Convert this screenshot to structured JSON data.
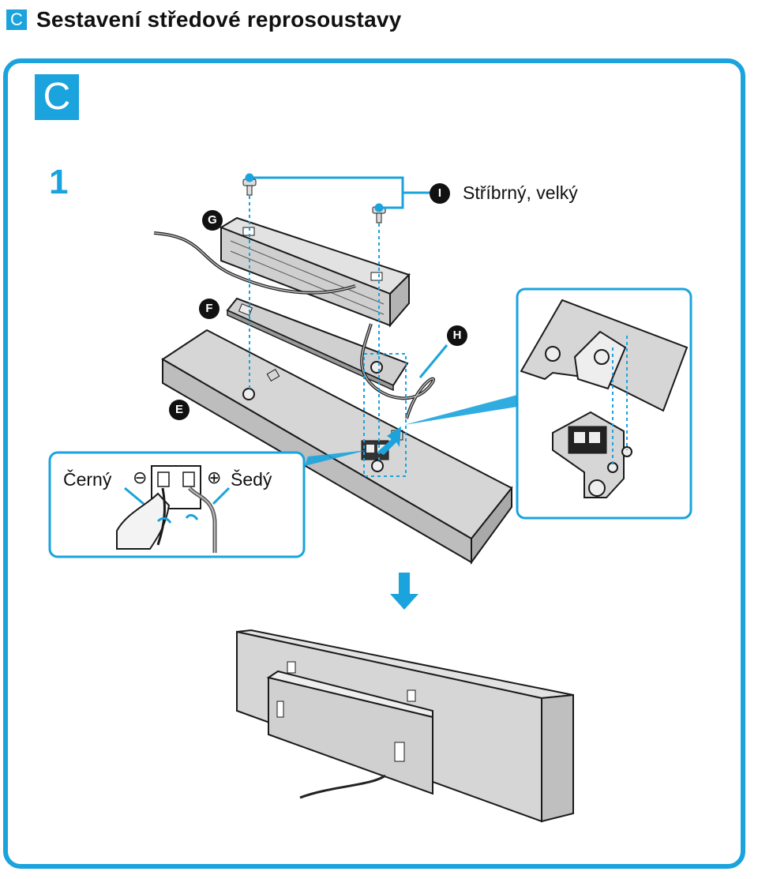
{
  "header": {
    "badge": "C",
    "title": "Sestavení středové reprosoustavy"
  },
  "section_badge": "C",
  "step": "1",
  "markers": {
    "G": "G",
    "F": "F",
    "E": "E",
    "H": "H",
    "I": "I"
  },
  "labels": {
    "screws": "Stříbrný, velký",
    "black": "Černý",
    "grey": "Šedý"
  },
  "polarity": {
    "minus": "⊖",
    "plus": "⊕"
  },
  "colors": {
    "accent": "#1aa3dd",
    "panel": "#d4d4d4",
    "line": "#1a1a1a"
  }
}
